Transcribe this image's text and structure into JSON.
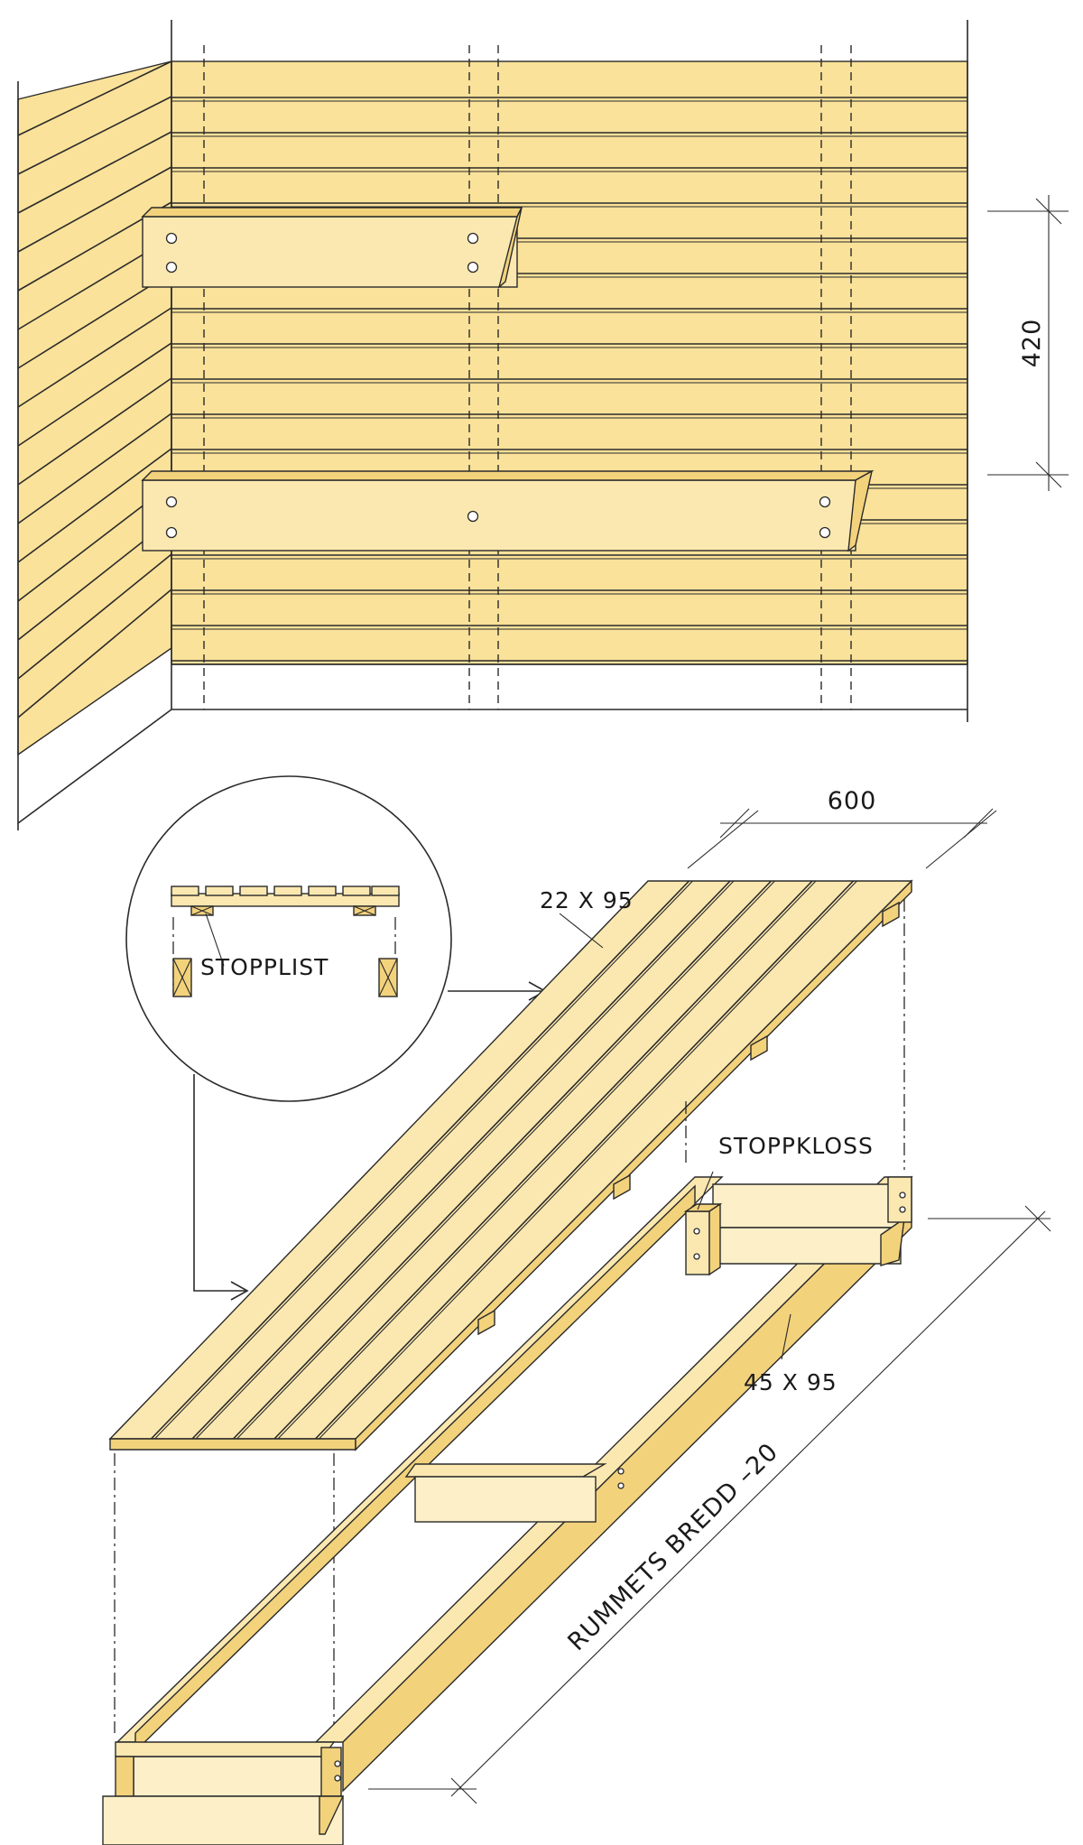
{
  "labels": {
    "dim_height": "420",
    "dim_width": "600",
    "slat_size": "22 X 95",
    "stopplist": "STOPPLIST",
    "stoppkloss": "STOPPKLOSS",
    "frame_size": "45 X 95",
    "room_width": "RUMMETS BREDD –20"
  },
  "colors": {
    "wall_panel": "#fbe29a",
    "wood_light": "#fbe8b0",
    "wood_side": "#f3d27c",
    "line": "#2a2a2a"
  }
}
